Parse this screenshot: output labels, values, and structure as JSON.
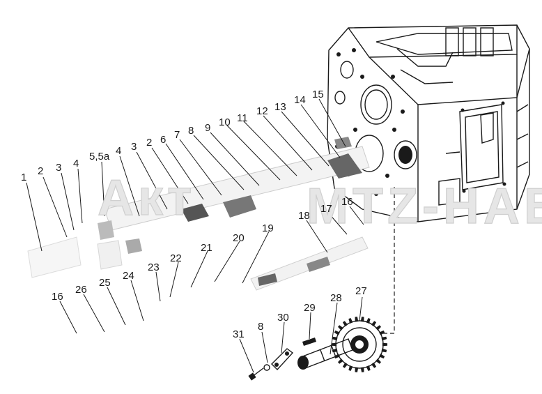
{
  "watermark": {
    "text": "Акт МТZ-НАВТ",
    "part1": "Акт",
    "part2": "МТZ-НАВТ"
  },
  "callouts": [
    "1",
    "2",
    "3",
    "4",
    "5,5а",
    "4",
    "3",
    "2",
    "6",
    "7",
    "8",
    "9",
    "10",
    "11",
    "12",
    "13",
    "14",
    "15",
    "16",
    "17",
    "18",
    "19",
    "20",
    "21",
    "22",
    "23",
    "24",
    "25",
    "26",
    "16",
    "27",
    "28",
    "29",
    "30",
    "8",
    "31"
  ]
}
